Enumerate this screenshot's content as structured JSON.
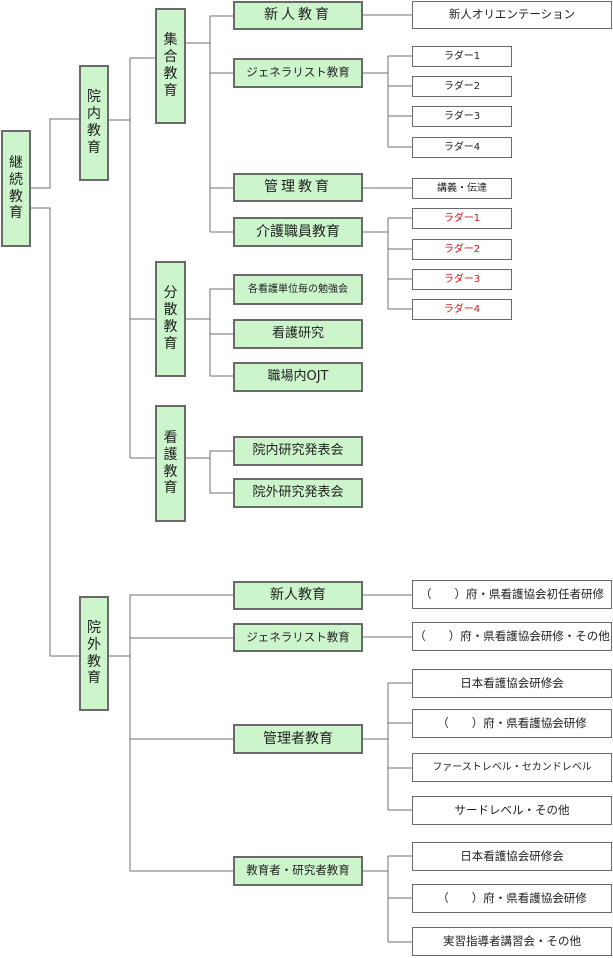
{
  "root": "継続教育",
  "in_hospital": {
    "label": "院内教育",
    "group_training": {
      "label": "集合教育",
      "new_staff": {
        "label": "新人教育",
        "child": "新人オリエンテーション"
      },
      "generalist": {
        "label": "ジェネラリスト教育",
        "ladders": [
          "ラダー1",
          "ラダー2",
          "ラダー3",
          "ラダー4"
        ]
      },
      "management": {
        "label": "管理教育",
        "child": "講義・伝達"
      },
      "care_worker": {
        "label": "介護職員教育",
        "ladders": [
          "ラダー1",
          "ラダー2",
          "ラダー3",
          "ラダー4"
        ],
        "ladder_color": "#d01818"
      }
    },
    "distributed": {
      "label": "分散教育",
      "items": [
        "各看護単位毎の勉強会",
        "看護研究",
        "職場内OJT"
      ]
    },
    "nursing": {
      "label": "看護教育",
      "items": [
        "院内研究発表会",
        "院外研究発表会"
      ]
    }
  },
  "outside": {
    "label": "院外教育",
    "new_staff": {
      "label": "新人教育",
      "child": "（　　）府・県看護協会初任者研修"
    },
    "generalist": {
      "label": "ジェネラリスト教育",
      "child": "（　　）府・県看護協会研修・その他"
    },
    "manager": {
      "label": "管理者教育",
      "children": [
        "日本看護協会研修会",
        "（　　）府・県看護協会研修",
        "ファーストレベル・セカンドレベル",
        "サードレベル・その他"
      ]
    },
    "educator": {
      "label": "教育者・研究者教育",
      "children": [
        "日本看護協会研修会",
        "（　　）府・県看護協会研修",
        "実習指導者講習会・その他"
      ]
    }
  }
}
